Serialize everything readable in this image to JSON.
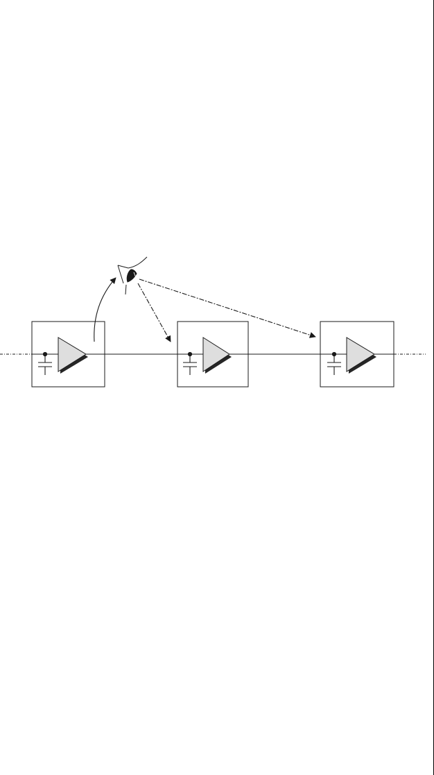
{
  "diagram": {
    "type": "amplifier-chain-block-diagram",
    "colors": {
      "line": "#1a1a1a",
      "triangle_fill": "#dedede",
      "triangle_shadow": "#262626",
      "box_fill": "#ffffff",
      "eye_pupil": "#1a1a1a"
    },
    "stages": [
      {
        "id": "stage-1",
        "components": [
          "capacitor",
          "amplifier-triangle"
        ]
      },
      {
        "id": "stage-2",
        "components": [
          "capacitor",
          "amplifier-triangle"
        ]
      },
      {
        "id": "stage-3",
        "components": [
          "capacitor",
          "amplifier-triangle"
        ]
      }
    ],
    "observer": {
      "icon": "eye-icon"
    },
    "edges": [
      {
        "from": "stage-1",
        "to": "observer",
        "style": "solid-curved-arrow"
      },
      {
        "from": "observer",
        "to": "stage-2",
        "style": "dash-dot-arrow"
      },
      {
        "from": "observer",
        "to": "stage-3",
        "style": "dash-dot-arrow"
      }
    ],
    "signal_line": {
      "input": "dashed",
      "output": "dashed"
    }
  }
}
